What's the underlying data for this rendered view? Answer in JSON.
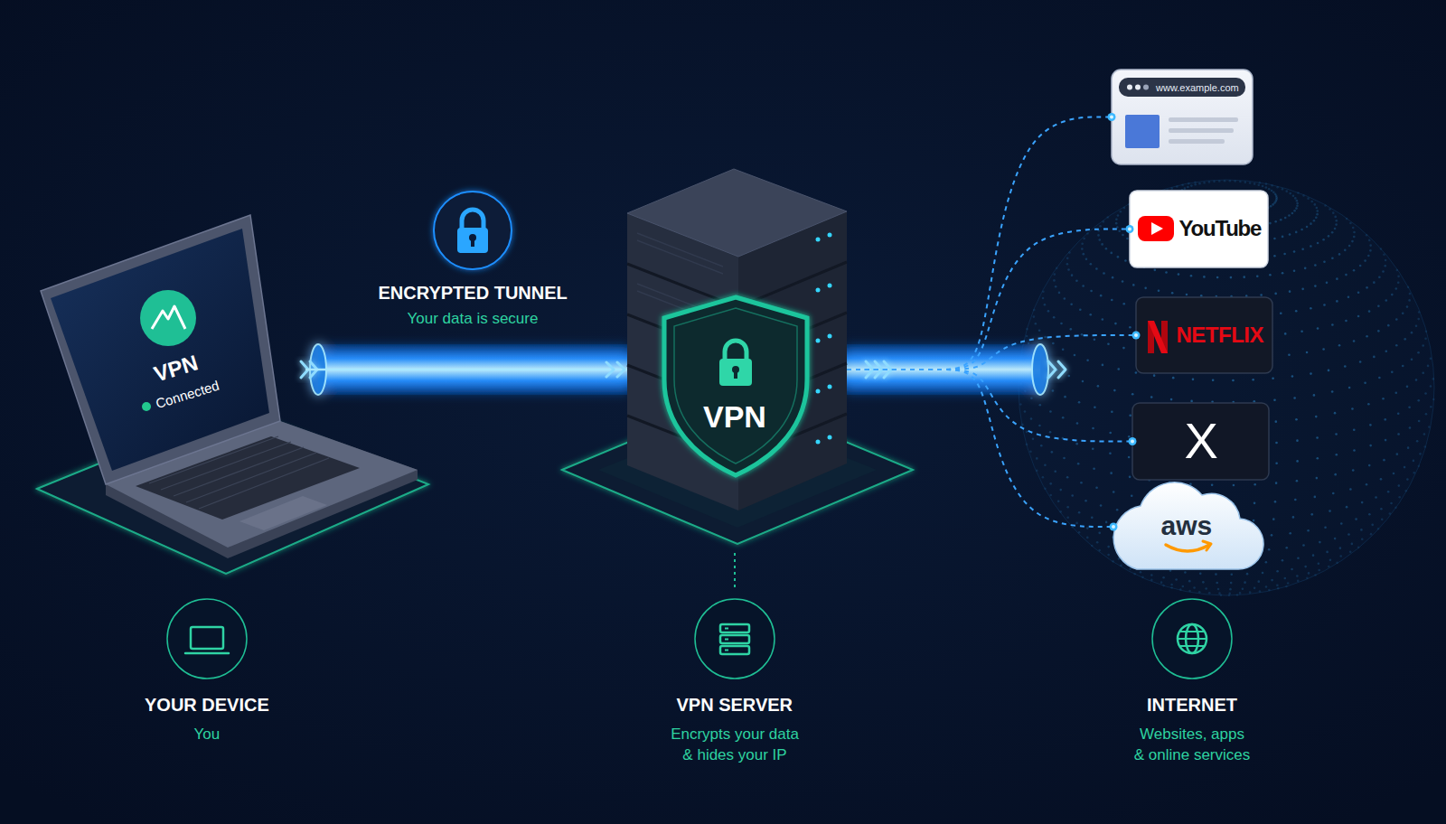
{
  "diagram": {
    "nodes": [
      {
        "text": [
          "VPN",
          "Connected"
        ]
      },
      {
        "text": [
          "VPN"
        ]
      },
      {
        "text": [
          "www.example.com"
        ]
      },
      {
        "text": [
          "YouTube"
        ]
      },
      {
        "text": [
          "NETFLIX"
        ]
      },
      {
        "text": [
          "X"
        ]
      },
      {
        "text": [
          "aws"
        ]
      }
    ],
    "edges": [
      {
        "from": 0,
        "to": 1,
        "arrow": "to"
      },
      {
        "from": 1,
        "to": 2,
        "arrow": "none"
      },
      {
        "from": 1,
        "to": 3,
        "arrow": "none"
      },
      {
        "from": 1,
        "to": 4,
        "arrow": "none"
      },
      {
        "from": 1,
        "to": 5,
        "arrow": "none"
      },
      {
        "from": 1,
        "to": 6,
        "arrow": "none"
      }
    ],
    "labels": [
      "ENCRYPTED TUNNEL",
      "Your data is secure",
      "YOUR DEVICE",
      "You",
      "VPN SERVER",
      "Encrypts your data & hides your IP",
      "INTERNET",
      "Websites, apps & online services"
    ]
  }
}
